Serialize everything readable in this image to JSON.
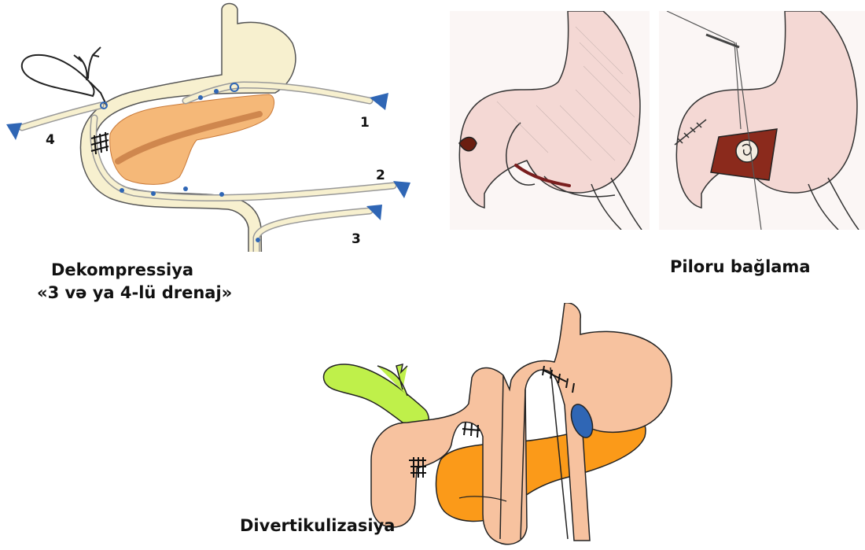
{
  "panels": {
    "decompression": {
      "title_line1": "Dekompressiya",
      "title_line2": "«3 və ya 4-lü drenaj»",
      "drain_numbers": [
        "1",
        "2",
        "3",
        "4"
      ]
    },
    "pylorus": {
      "title": "Piloru bağlama"
    },
    "diverticulization": {
      "title": "Divertikulizasiya"
    }
  },
  "colors": {
    "stomach_pale": "#f7f0cf",
    "pancreas": "#f5b878",
    "drain_tip": "#2f66b5",
    "sketch_skin": "#f4d8d4",
    "stomach_peach": "#f7c29f",
    "pancreas_orange": "#fb9a19",
    "gallbladder": "#bff04a",
    "stapler_blue": "#2f66b5"
  }
}
